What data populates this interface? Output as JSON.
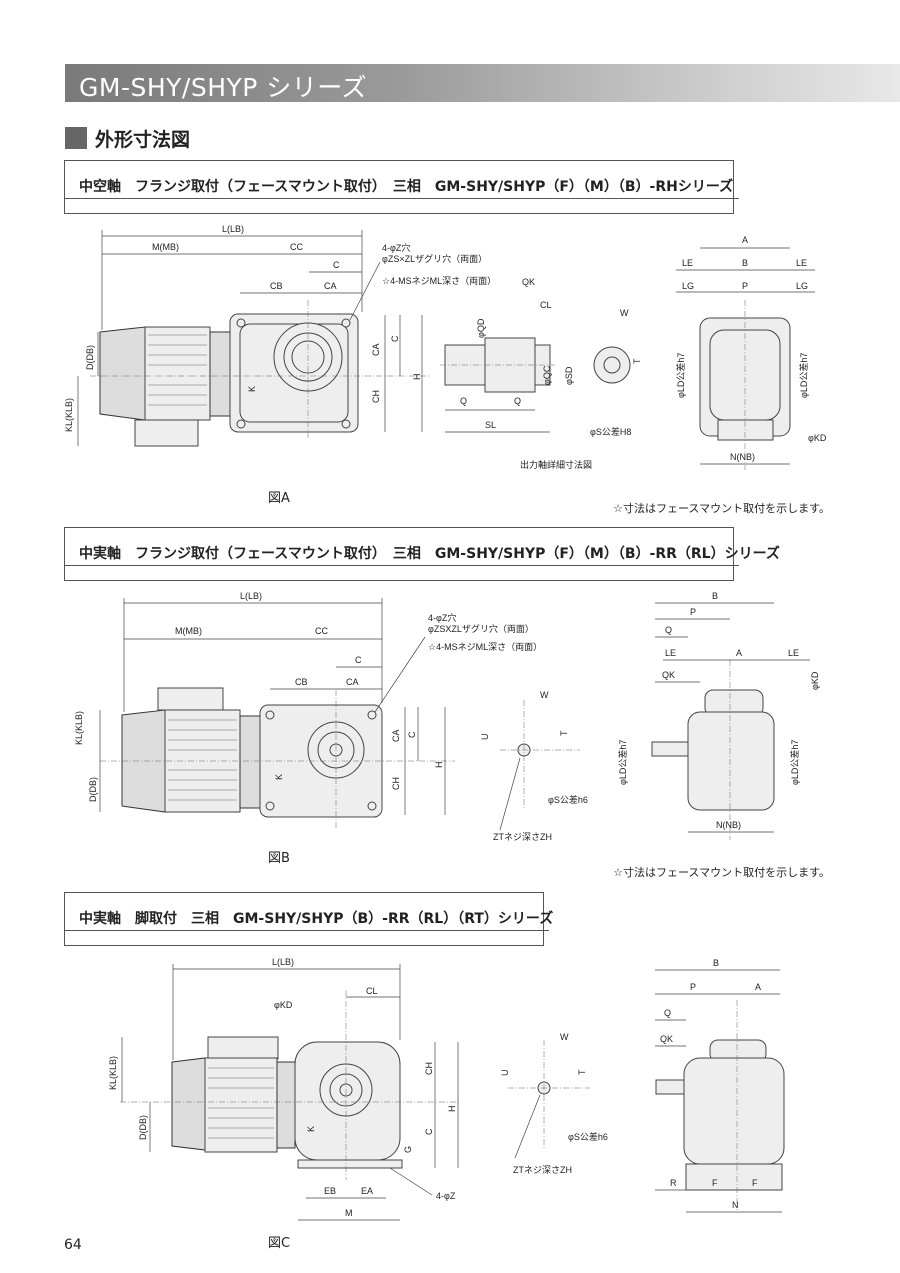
{
  "header": {
    "title": "GM-SHY/SHYP シリーズ"
  },
  "section": {
    "title": "外形寸法図"
  },
  "fig_a": {
    "box_title": "中空軸　フランジ取付（フェースマウント取付）　三相　GM-SHY/SHYP（F）（M）（B）-RHシリーズ",
    "label": "図A",
    "note": "☆寸法はフェースマウント取付を示します。",
    "sub_caption": "出力軸詳細寸法図",
    "callout1": "4-φZ穴",
    "callout2": "φZS×ZLザグリ穴（両面）",
    "callout3": "☆4-MSネジML深さ（両面）",
    "dims": {
      "L": "L(LB)",
      "M": "M(MB)",
      "CC": "CC",
      "C": "C",
      "CB": "CB",
      "CA": "CA",
      "D": "D(DB)",
      "KL": "KL(KLB)",
      "K": "K",
      "CH": "CH",
      "H": "H",
      "QK": "QK",
      "CL": "CL",
      "QD": "φQD",
      "QC": "φQC",
      "SD": "φSD",
      "Q": "Q",
      "SL": "SL",
      "W": "W",
      "T": "T",
      "S": "φS公差H8",
      "A": "A",
      "LE": "LE",
      "B": "B",
      "LG": "LG",
      "P": "P",
      "LD": "φLD公差h7",
      "KD": "φKD",
      "N": "N(NB)"
    }
  },
  "fig_b": {
    "box_title": "中実軸　フランジ取付（フェースマウント取付）　三相　GM-SHY/SHYP（F）（M）（B）-RR（RL）シリーズ",
    "label": "図B",
    "note": "☆寸法はフェースマウント取付を示します。",
    "callout1": "4-φZ穴",
    "callout2": "φZSXZLザグリ穴（両面）",
    "callout3": "☆4-MSネジML深さ（両面）",
    "dims": {
      "L": "L(LB)",
      "M": "M(MB)",
      "CC": "CC",
      "C": "C",
      "CB": "CB",
      "CA": "CA",
      "KL": "KL(KLB)",
      "D": "D(DB)",
      "K": "K",
      "CH": "CH",
      "H": "H",
      "W": "W",
      "U": "U",
      "T": "T",
      "S": "φS公差h6",
      "ZT": "ZTネジ深さZH",
      "B": "B",
      "P": "P",
      "Q": "Q",
      "LE": "LE",
      "A": "A",
      "QK": "QK",
      "KD": "φKD",
      "LD": "φLD公差h7",
      "N": "N(NB)"
    }
  },
  "fig_c": {
    "box_title": "中実軸　脚取付　三相　GM-SHY/SHYP（B）-RR（RL）（RT）シリーズ",
    "label": "図C",
    "dims": {
      "L": "L(LB)",
      "KD": "φKD",
      "CL": "CL",
      "KL": "KL(KLB)",
      "D": "D(DB)",
      "K": "K",
      "CH": "CH",
      "H": "H",
      "C": "C",
      "G": "G",
      "EB": "EB",
      "EA": "EA",
      "M": "M",
      "Z": "4-φZ",
      "W": "W",
      "U": "U",
      "T": "T",
      "S": "φS公差h6",
      "ZT": "ZTネジ深さZH",
      "B": "B",
      "P": "P",
      "A": "A",
      "Q": "Q",
      "QK": "QK",
      "R": "R",
      "F": "F",
      "N": "N"
    }
  },
  "page_number": "64"
}
